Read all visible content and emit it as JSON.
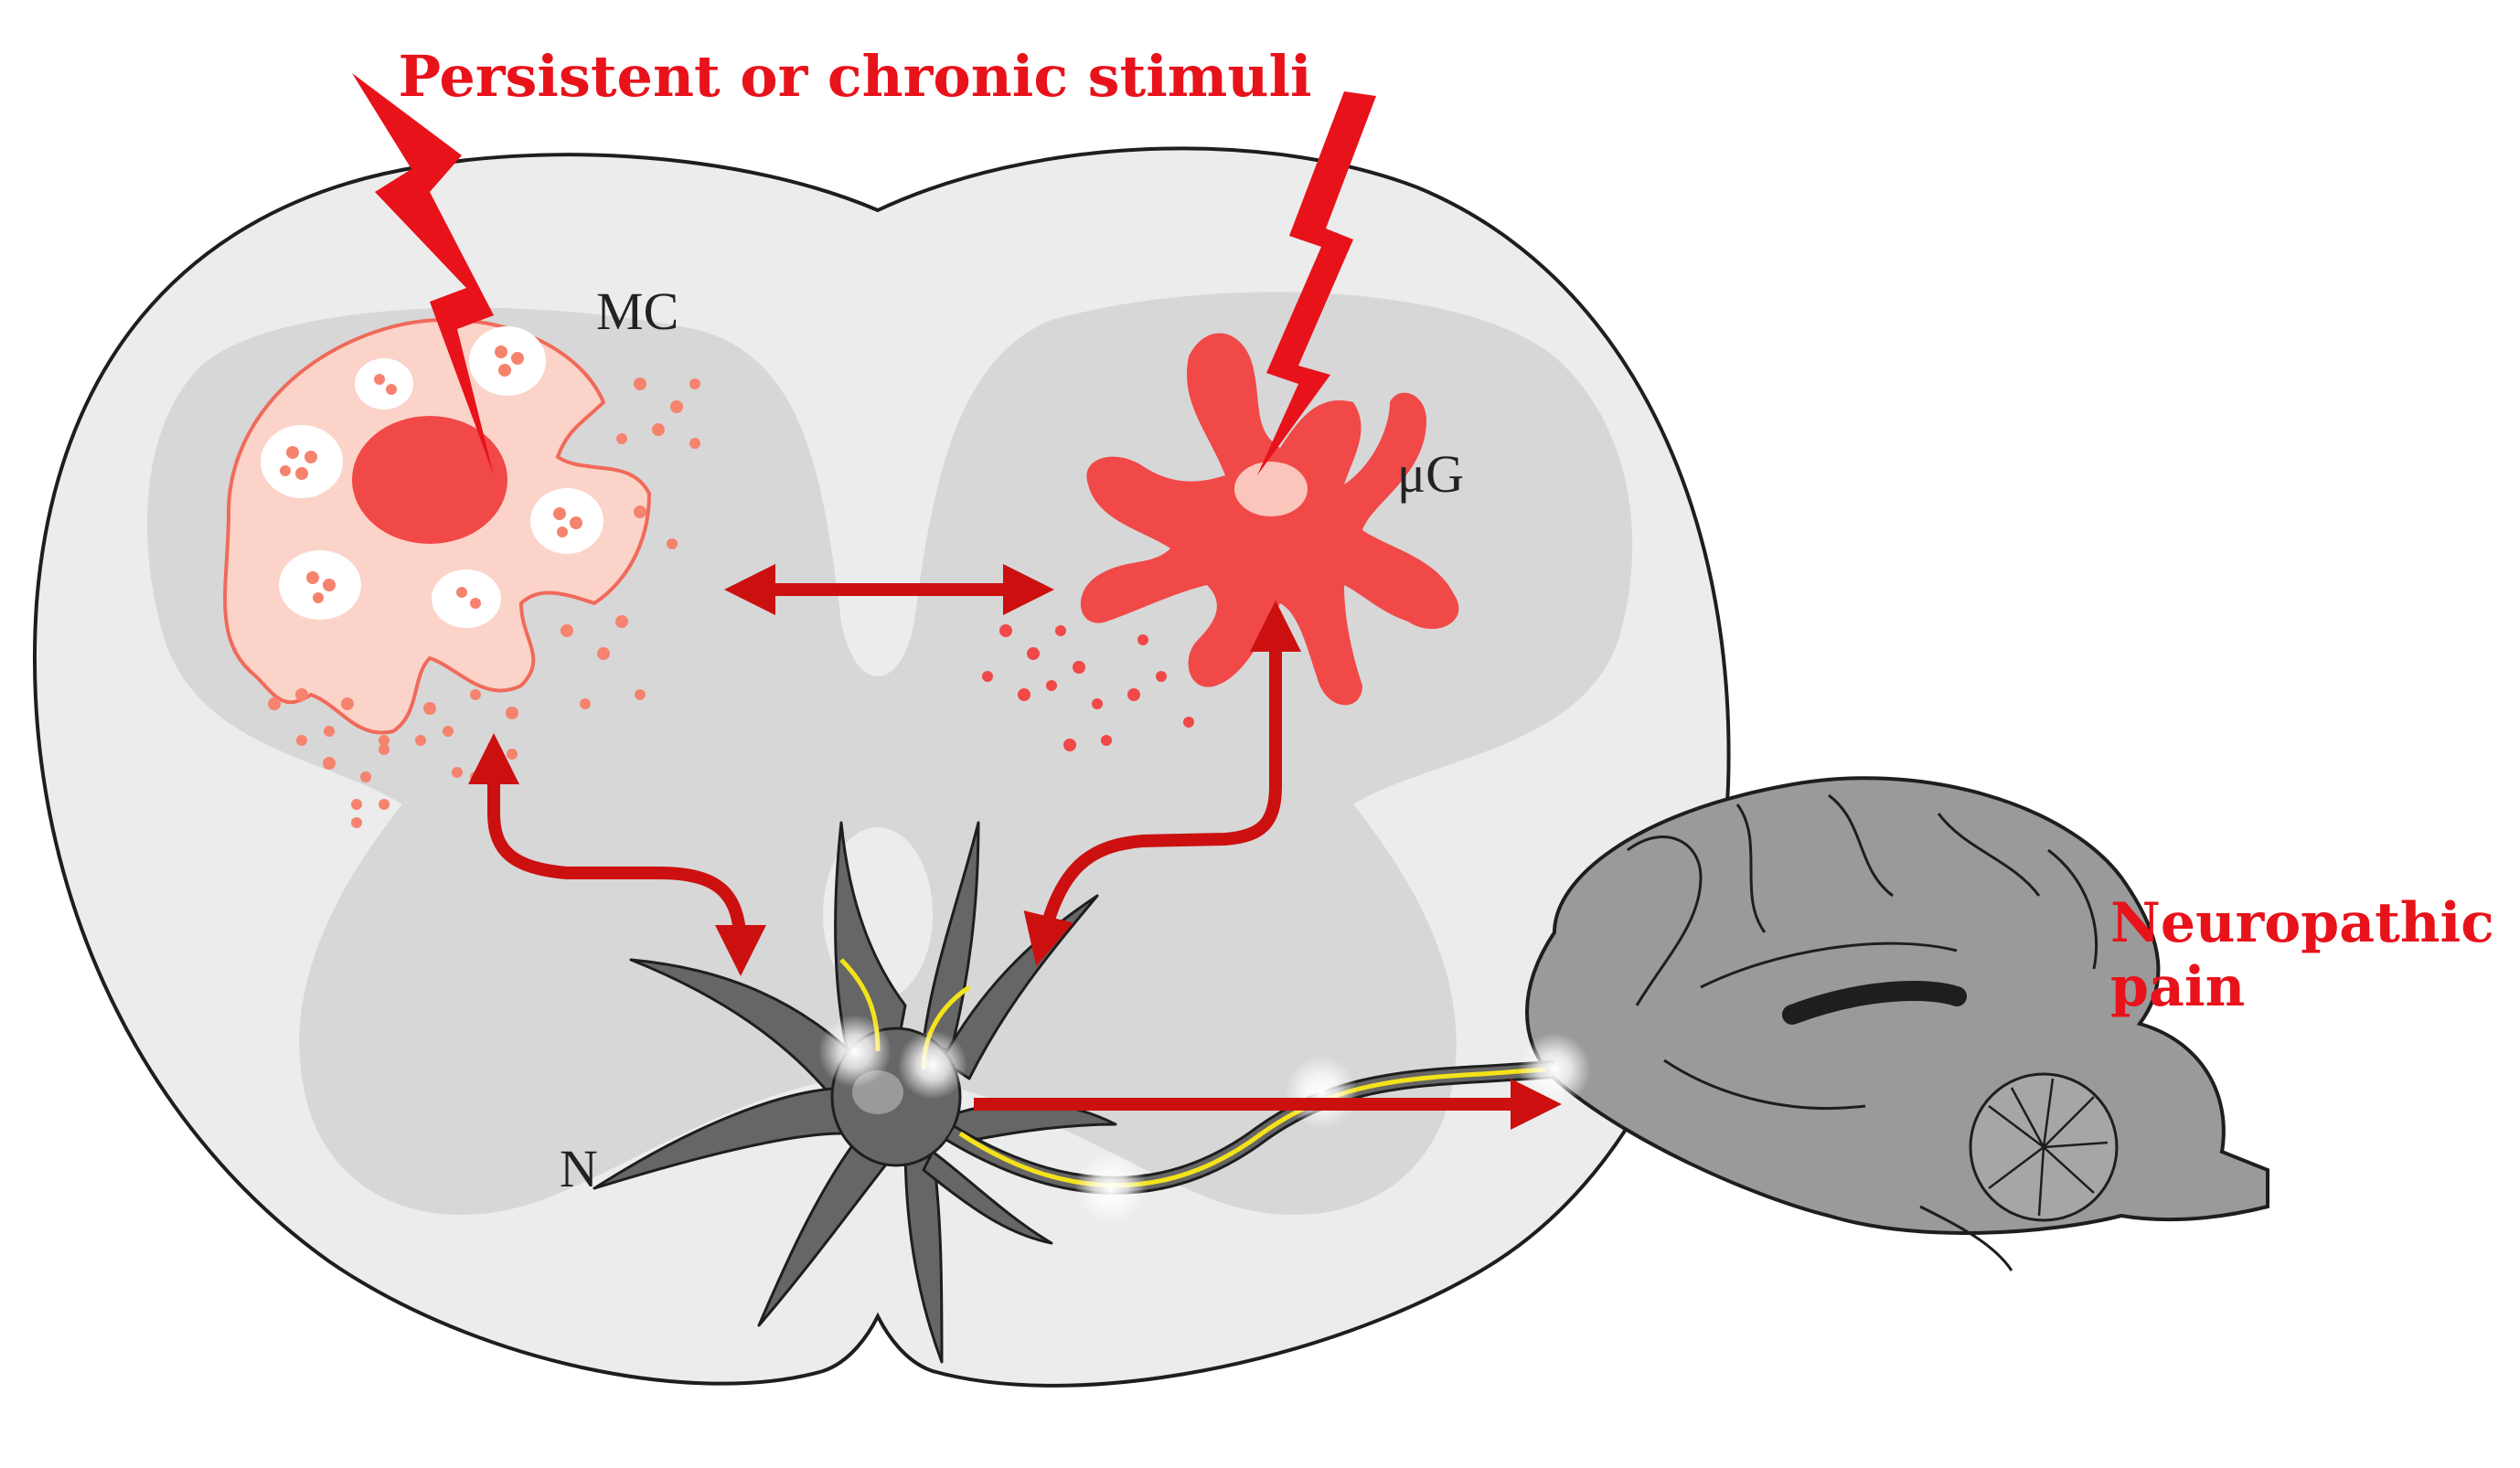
{
  "figure": {
    "title": "Persistent or chronic stimuli",
    "outcome_line1": "Neuropathic",
    "outcome_line2": "pain"
  },
  "cells": {
    "mast_cell": {
      "label": "MC"
    },
    "microglia": {
      "label": "μG"
    },
    "neuron": {
      "label": "N"
    }
  },
  "colors": {
    "accent_red": "#e8121b",
    "arrow_red": "#cc1010",
    "mast_cell_fill": "#fbd3c8",
    "mast_cell_stroke": "#f06a5a",
    "microglia_fill": "#f14848",
    "granule": "#f5836e",
    "cord_fill": "#ececec",
    "gray_matter": "#d7d7d7",
    "neuron_fill": "#666666",
    "brain_fill": "#9a9a9a",
    "signal_yellow": "#f4e21a"
  }
}
